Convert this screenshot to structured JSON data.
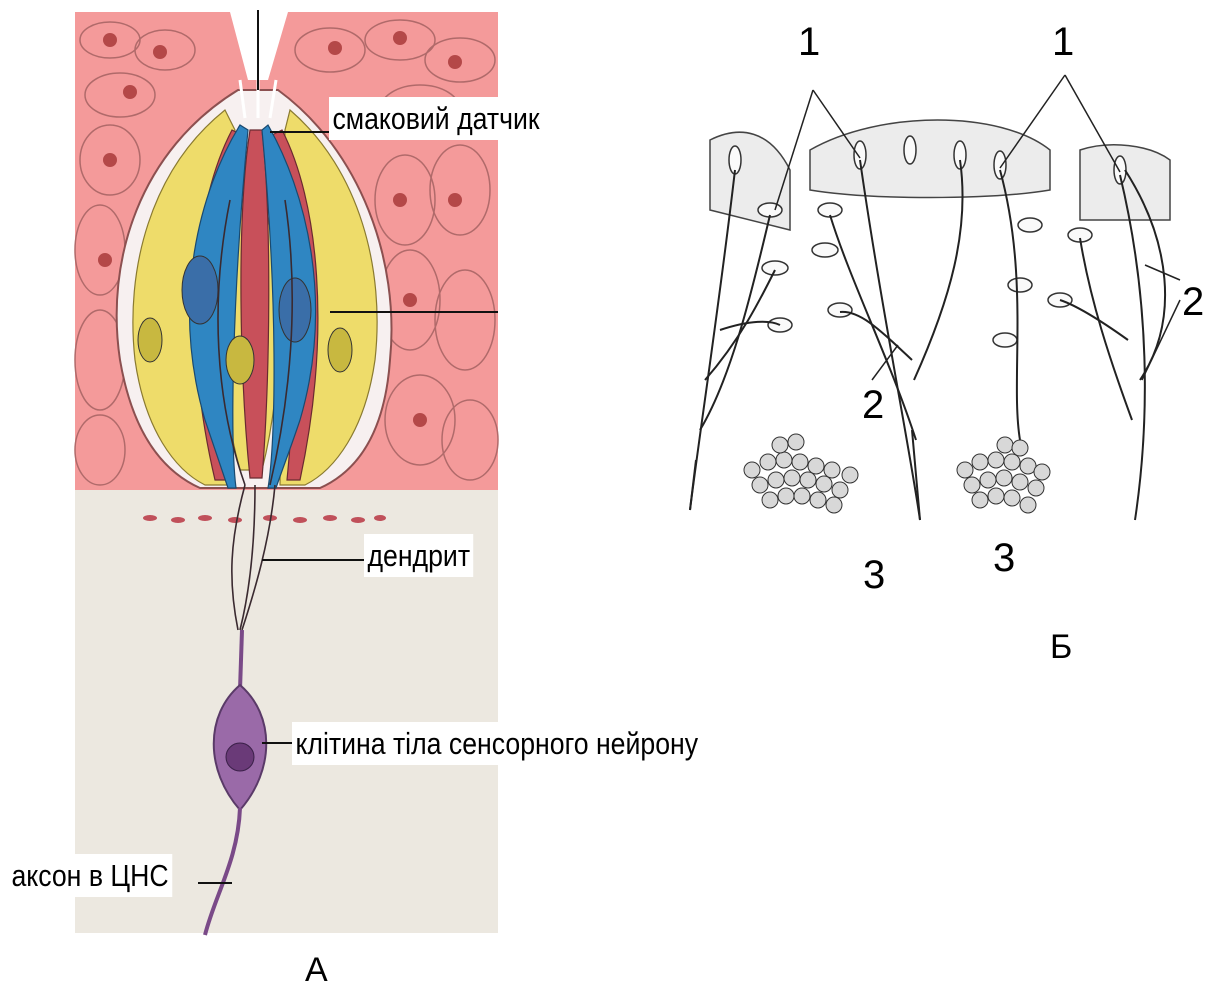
{
  "figure_a": {
    "caption": "А",
    "labels": {
      "taste_sensor": "смаковий датчик",
      "dendrite": "дендрит",
      "sensory_neuron_body": "клітина тіла сенсорного нейрону",
      "axon_cns": "аксон в ЦНС"
    },
    "colors": {
      "epithelium": "#f49a9a",
      "connective_tissue": "#ece8e0",
      "support_cells": "#eedc6a",
      "receptor_cells": "#c8505a",
      "blue_cells": "#2f86c2",
      "neuron": "#9a6aa8"
    }
  },
  "figure_b": {
    "caption": "Б",
    "markers": {
      "top_left": "1",
      "top_right": "1",
      "right_side": "2",
      "center": "2",
      "bottom_left": "3",
      "bottom_center": "3"
    }
  }
}
